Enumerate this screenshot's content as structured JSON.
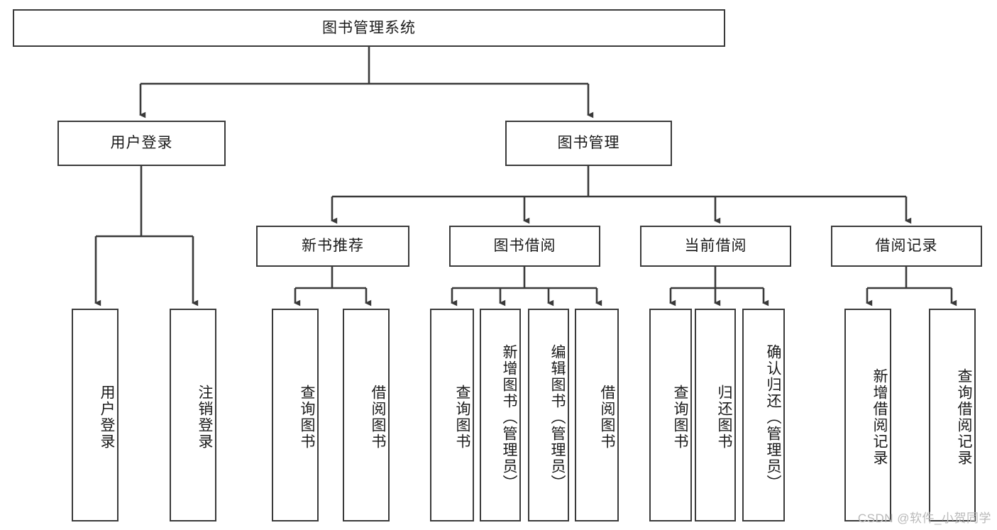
{
  "diagram": {
    "type": "tree-hierarchy-chart",
    "title": "图书管理系统",
    "background_color": "#ffffff",
    "line_color": "#3a3a3a",
    "box_border_color": "#3a3a3a",
    "box_fill_color": "#ffffff",
    "text_color": "#1a1a1a"
  },
  "root": {
    "label": "图书管理系统"
  },
  "level2": [
    {
      "label": "用户登录"
    },
    {
      "label": "图书管理"
    }
  ],
  "level3": [
    {
      "label": "新书推荐"
    },
    {
      "label": "图书借阅"
    },
    {
      "label": "当前借阅"
    },
    {
      "label": "借阅记录"
    }
  ],
  "leaves": {
    "user_login": [
      {
        "label": "用户登录"
      },
      {
        "label": "注销登录"
      }
    ],
    "new_book_recommend": [
      {
        "label": "查询图书"
      },
      {
        "label": "借阅图书"
      }
    ],
    "book_borrow": [
      {
        "label": "查询图书"
      },
      {
        "label": "新增图书（管理员）"
      },
      {
        "label": "编辑图书（管理员）"
      },
      {
        "label": "借阅图书"
      }
    ],
    "current_borrow": [
      {
        "label": "查询图书"
      },
      {
        "label": "归还图书"
      },
      {
        "label": "确认归还（管理员）"
      }
    ],
    "borrow_record": [
      {
        "label": "新增借阅记录"
      },
      {
        "label": "查询借阅记录"
      }
    ]
  },
  "watermark": {
    "text": "CSDN @软件_小贺同学"
  }
}
